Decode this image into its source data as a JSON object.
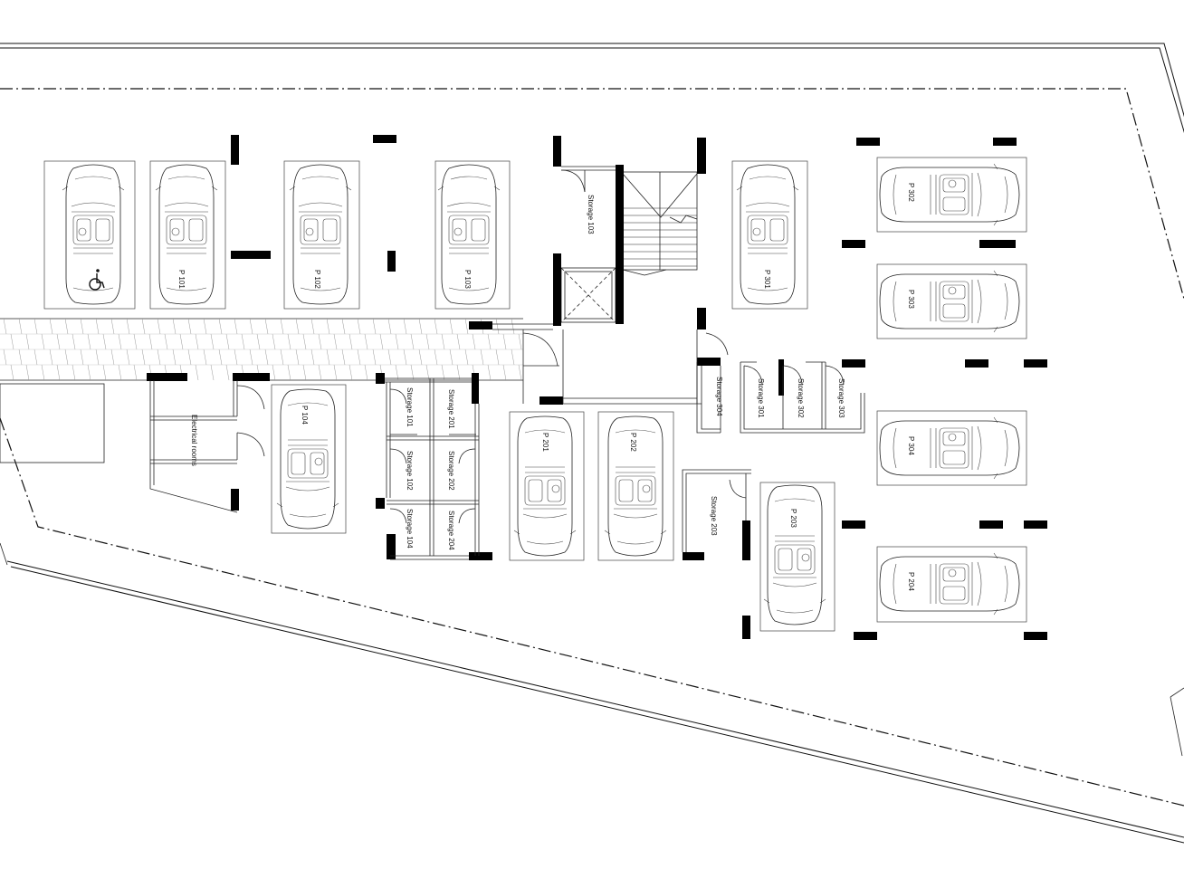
{
  "labels": {
    "p101": "P 101",
    "p102": "P 102",
    "p103": "P 103",
    "p104": "P 104",
    "p201": "P 201",
    "p202": "P 202",
    "p203": "P 203",
    "p204": "P 204",
    "p301": "P 301",
    "p302": "P 302",
    "p303": "P 303",
    "p304": "P 304",
    "s101": "Storage 101",
    "s102": "Storage 102",
    "s103": "Storage 103",
    "s104": "Storage 104",
    "s201": "Storage 201",
    "s202": "Storage 202",
    "s203": "Storage 203",
    "s204": "Storage 204",
    "s301": "Storage 301",
    "s302": "Storage 302",
    "s303": "Storage 303",
    "s304": "Storage 304",
    "electrical": "Electrical rooms"
  },
  "icons": {
    "accessible": "wheelchair-icon"
  },
  "colors": {
    "line": "#111111",
    "wall": "#000000",
    "background": "#ffffff"
  }
}
